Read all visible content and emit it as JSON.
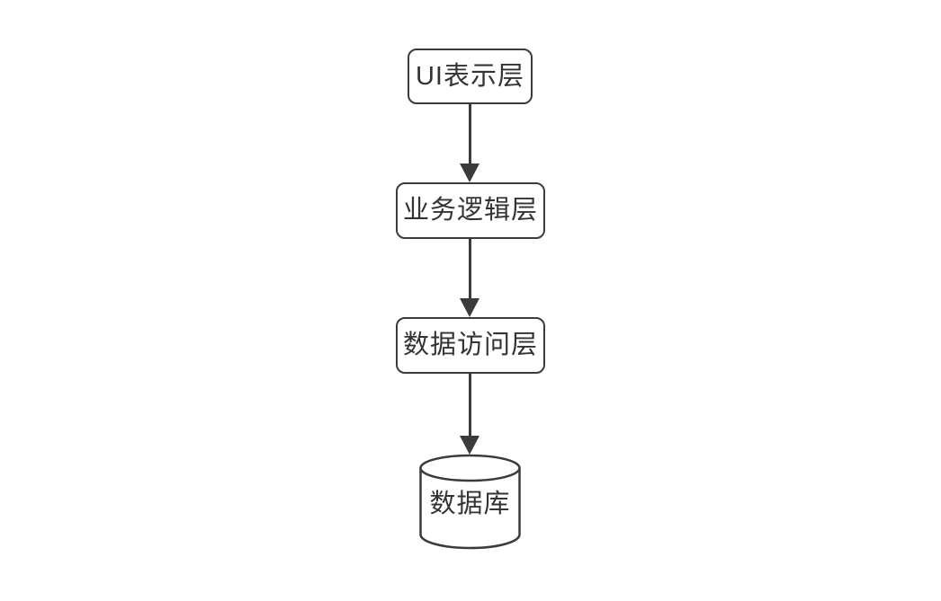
{
  "diagram": {
    "type": "flowchart",
    "direction": "top-down",
    "background_color": "#ffffff",
    "stroke_color": "#3b3b3b",
    "text_color": "#333333",
    "node_fill_color": "#ffffff",
    "nodes": [
      {
        "id": "ui-layer",
        "label": "UI表示层",
        "shape": "rounded-rect"
      },
      {
        "id": "business-logic-layer",
        "label": "业务逻辑层",
        "shape": "rounded-rect"
      },
      {
        "id": "data-access-layer",
        "label": "数据访问层",
        "shape": "rounded-rect"
      },
      {
        "id": "database",
        "label": "数据库",
        "shape": "cylinder"
      }
    ],
    "edges": [
      {
        "from": "ui-layer",
        "to": "business-logic-layer",
        "style": "solid",
        "arrowhead": "filled-triangle"
      },
      {
        "from": "business-logic-layer",
        "to": "data-access-layer",
        "style": "solid",
        "arrowhead": "filled-triangle"
      },
      {
        "from": "data-access-layer",
        "to": "database",
        "style": "solid",
        "arrowhead": "filled-triangle"
      }
    ]
  }
}
